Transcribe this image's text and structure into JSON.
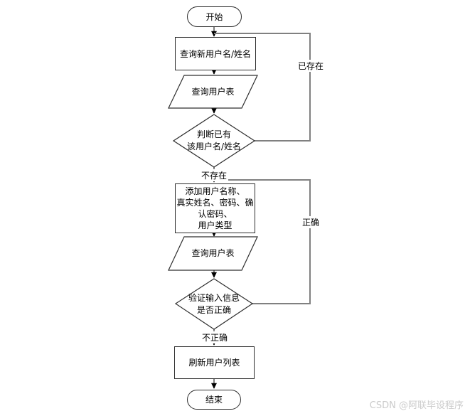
{
  "diagram_type": "flowchart",
  "nodes": {
    "start": {
      "shape": "terminator",
      "label": "开始"
    },
    "query_new_user": {
      "shape": "process",
      "label": "查询新用户名/姓名"
    },
    "query_user_table_1": {
      "shape": "data",
      "label": "查询用户表"
    },
    "check_user_exists": {
      "shape": "decision",
      "lines": [
        "判断已有",
        "该用户名/姓名"
      ]
    },
    "add_user_info": {
      "shape": "process",
      "lines": [
        "添加用户名称、",
        "真实姓名、密码、确",
        "认密码、",
        "用户类型"
      ]
    },
    "query_user_table_2": {
      "shape": "data",
      "label": "查询用户表"
    },
    "verify_input": {
      "shape": "decision",
      "lines": [
        "验证输入信息",
        "是否正确"
      ]
    },
    "refresh_user_list": {
      "shape": "process",
      "label": "刷新用户列表"
    },
    "end": {
      "shape": "terminator",
      "label": "结束"
    }
  },
  "edge_labels": {
    "exists": "已存在",
    "not_exists": "不存在",
    "correct": "正确",
    "incorrect": "不正确"
  },
  "watermark": "CSDN @阿联毕设程序",
  "colors": {
    "connector": "#808080",
    "shape_border": "#2e2e2e",
    "arrowhead": "#000000",
    "text": "#000000",
    "watermark": "#cbcbcb",
    "background": "#ffffff"
  }
}
